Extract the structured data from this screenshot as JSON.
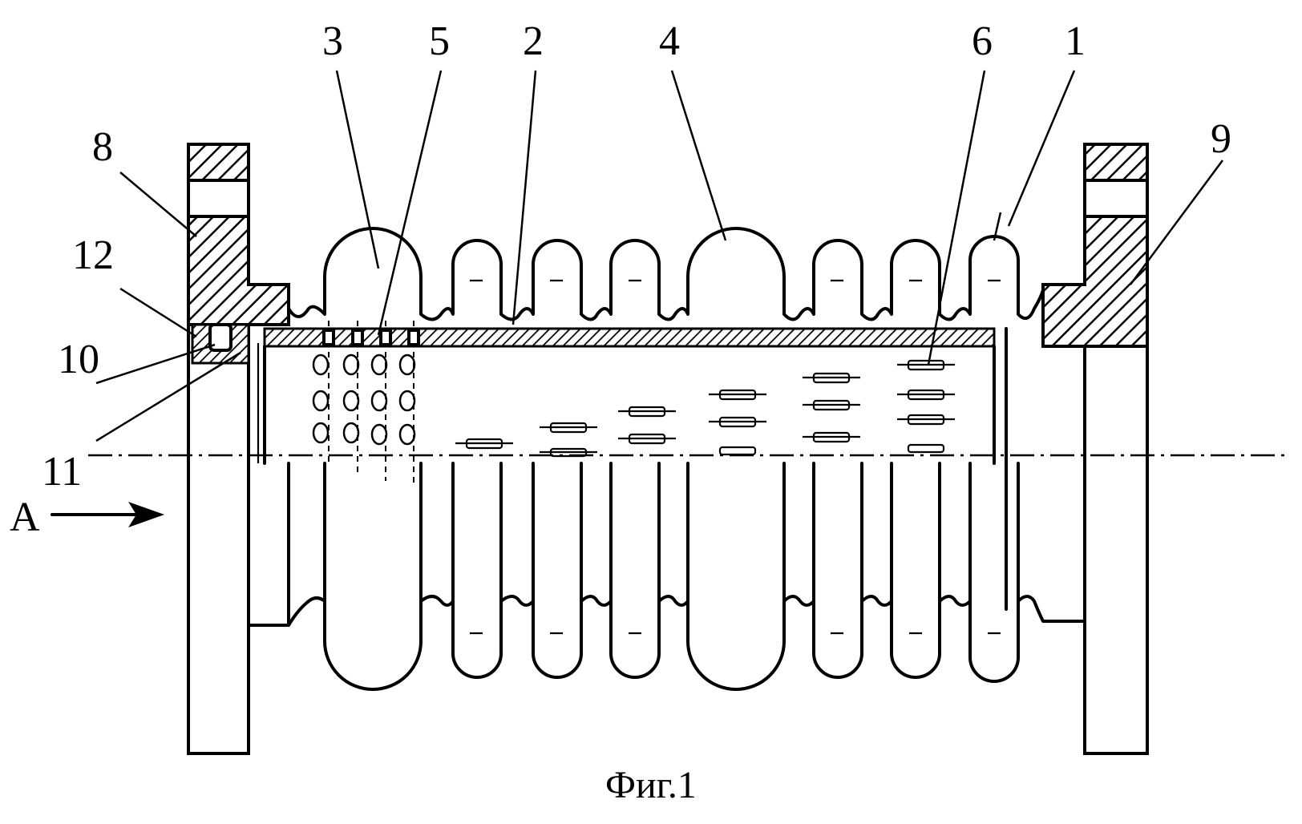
{
  "figure": {
    "caption": "Фиг.1",
    "view_label": "A"
  },
  "callouts": [
    {
      "id": "label-1",
      "text": "1"
    },
    {
      "id": "label-2",
      "text": "2"
    },
    {
      "id": "label-3",
      "text": "3"
    },
    {
      "id": "label-4",
      "text": "4"
    },
    {
      "id": "label-5",
      "text": "5"
    },
    {
      "id": "label-6",
      "text": "6"
    },
    {
      "id": "label-8",
      "text": "8"
    },
    {
      "id": "label-9",
      "text": "9"
    },
    {
      "id": "label-10",
      "text": "10"
    },
    {
      "id": "label-11",
      "text": "11"
    },
    {
      "id": "label-12",
      "text": "12"
    }
  ]
}
